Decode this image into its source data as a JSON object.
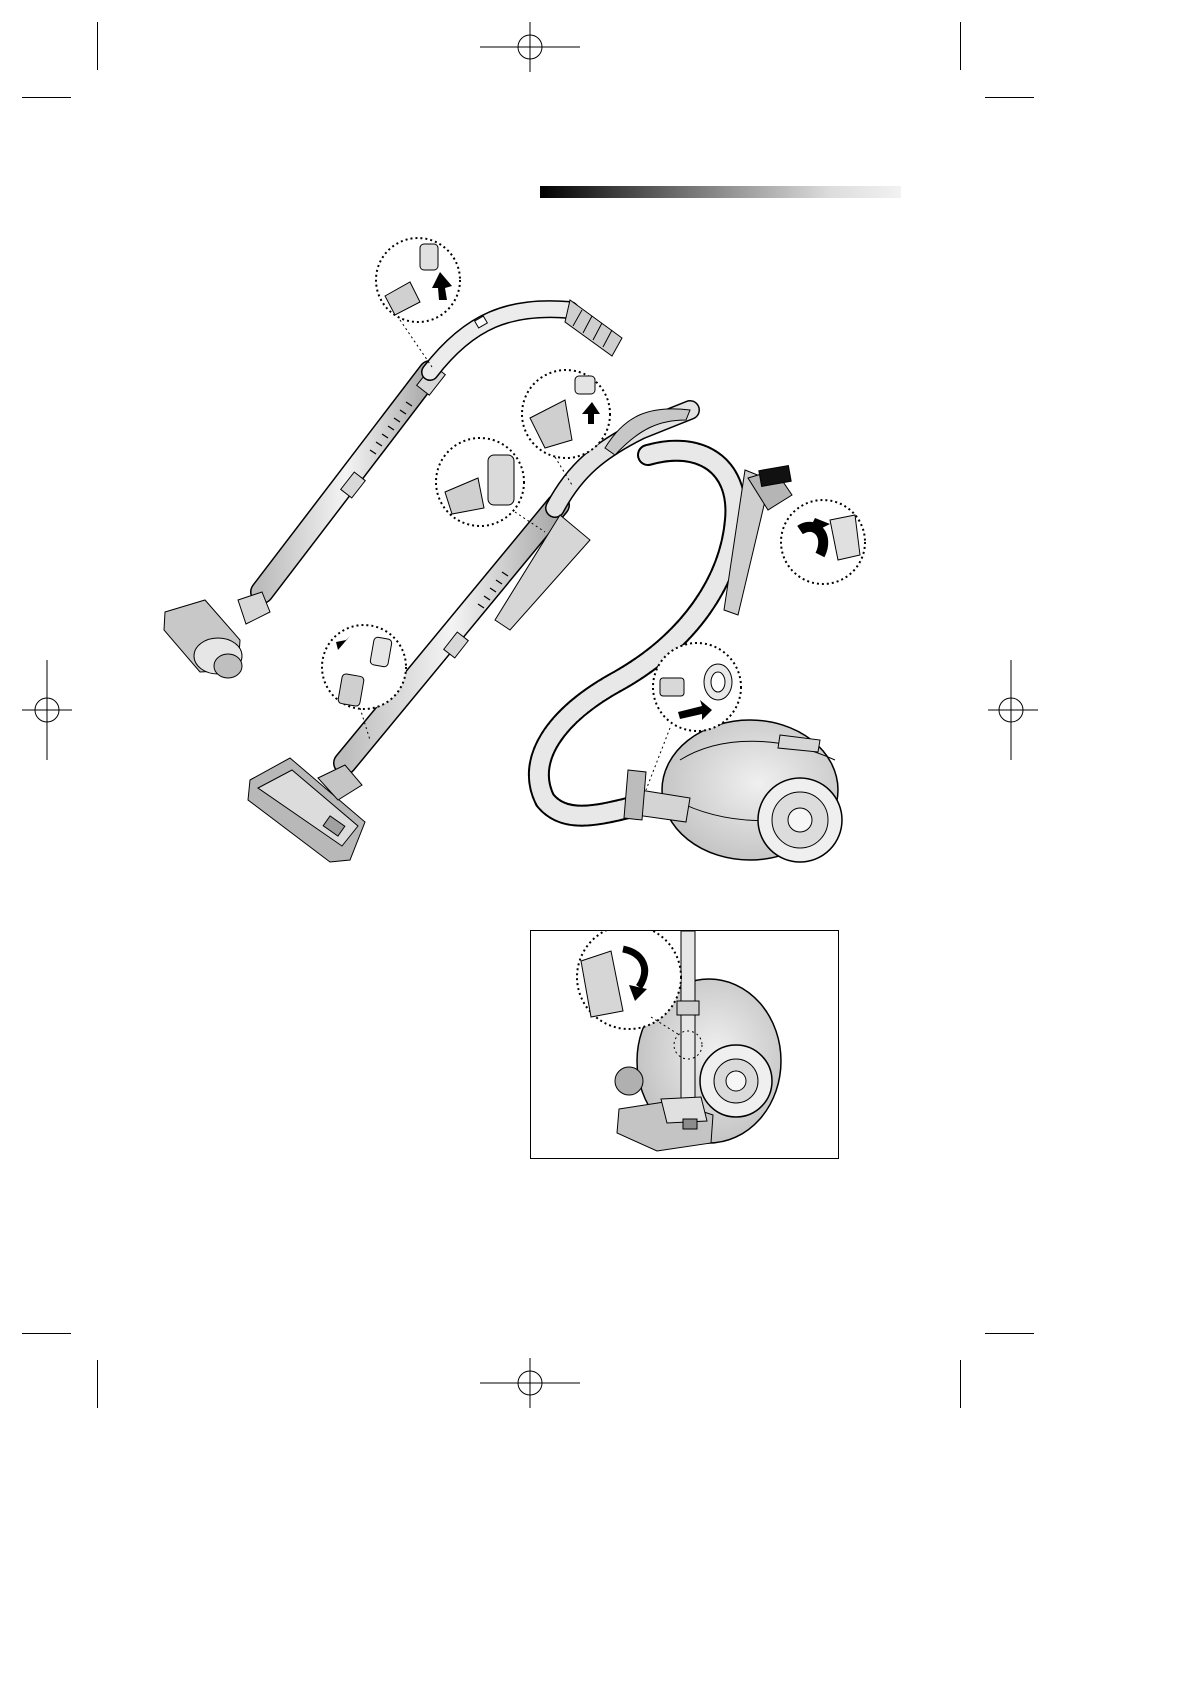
{
  "page": {
    "background": "#ffffff",
    "ink": "#000000"
  },
  "header_bar": {
    "gradient_from": "#000000",
    "gradient_to": "#f2f2f2"
  },
  "figures": {
    "main_assembly": {
      "depicts": "vacuum-cleaner-assembly",
      "parts": [
        "turbo-brush-with-telescopic-pipe-and-hose",
        "floor-brush-with-handle-and-accessory-clip",
        "hose",
        "vacuum-body",
        "crevice-tool"
      ],
      "zoom_callouts": 6
    },
    "storage_inset": {
      "depicts": "vacuum-storage-parking-position",
      "framed": true,
      "zoom_callouts": 1
    }
  },
  "icons": [
    "registration-mark-icon",
    "crop-mark-icon",
    "arrow-icon"
  ]
}
